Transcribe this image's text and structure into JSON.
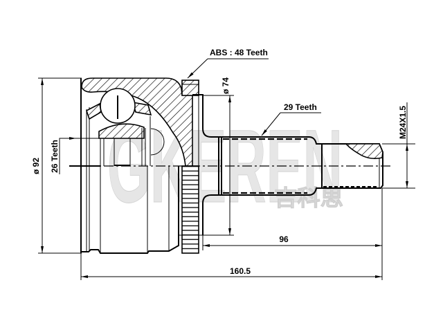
{
  "drawing": {
    "title": "CV joint technical drawing",
    "labels": {
      "abs_teeth": "ABS : 48 Teeth",
      "diameter_74": "ø 74",
      "shaft_teeth": "29 Teeth",
      "thread": "M24X1.5",
      "diameter_92": "ø 92",
      "inner_teeth": "26 Teeth",
      "length_96": "96",
      "length_total": "160.5"
    },
    "watermark": {
      "latin": "GKEREN",
      "chinese": "吉科思"
    },
    "colors": {
      "line": "#000000",
      "background": "#ffffff",
      "watermark": "#e6e6e6"
    }
  }
}
